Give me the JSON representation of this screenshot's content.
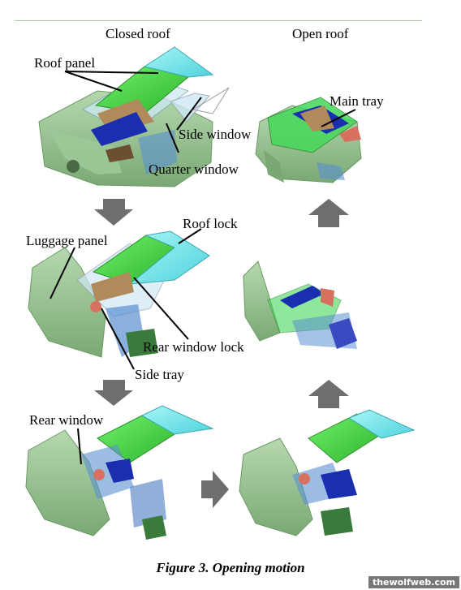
{
  "headers": {
    "closed": "Closed roof",
    "open": "Open roof"
  },
  "labels": {
    "roof_panel": "Roof panel",
    "side_window": "Side window",
    "quarter_window": "Quarter window",
    "main_tray": "Main tray",
    "roof_lock": "Roof lock",
    "luggage_panel": "Luggage panel",
    "rear_window_lock": "Rear window lock",
    "side_tray": "Side tray",
    "rear_window": "Rear window"
  },
  "caption": "Figure 3. Opening motion",
  "watermark": "thewolfweb.com",
  "colors": {
    "body": "#8fbf8a",
    "roof_green": "#40d840",
    "roof_cyan": "#6fe6ea",
    "tray_blue": "#1a2fb0",
    "tan": "#b08a5a",
    "red": "#d87060",
    "arrow": "#6e6e6e"
  }
}
